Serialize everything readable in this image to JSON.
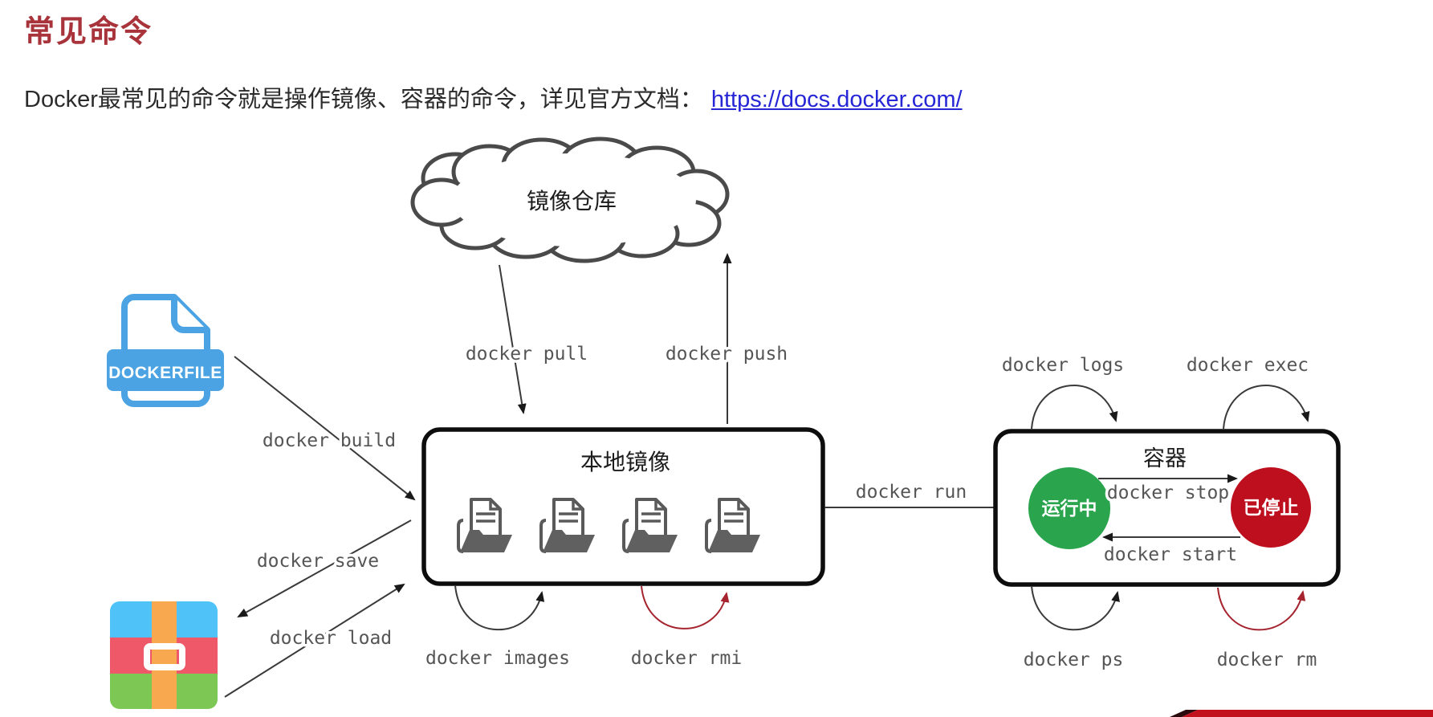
{
  "page": {
    "title": "常见命令",
    "intro_text": "Docker最常见的命令就是操作镜像、容器的命令，详见官方文档：",
    "intro_link": "https://docs.docker.com/"
  },
  "diagram": {
    "cloud_label": "镜像仓库",
    "local_images_label": "本地镜像",
    "container_label": "容器",
    "running_label": "运行中",
    "stopped_label": "已停止",
    "dockerfile_label": "DOCKERFILE",
    "commands": {
      "pull": "docker pull",
      "push": "docker push",
      "build": "docker build",
      "save": "docker save",
      "load": "docker load",
      "run": "docker run",
      "images": "docker images",
      "rmi": "docker rmi",
      "logs": "docker logs",
      "exec": "docker exec",
      "stop": "docker stop",
      "start": "docker start",
      "ps": "docker ps",
      "rm": "docker rm"
    },
    "icons": {
      "dockerfile": "dockerfile-file-icon",
      "archive": "archive-tar-icon",
      "image_file": "image-file-folder-icon",
      "cloud": "registry-cloud-shape"
    },
    "colors": {
      "heading_red": "#A8333A",
      "link_blue": "#2626D6",
      "label_gray": "#555555",
      "running_green": "#2BA44E",
      "stopped_red": "#BD0F1E",
      "danger_arc_red": "#A6242F",
      "dockerfile_blue": "#4BA3E3",
      "archive_blue": "#4FC3F7",
      "archive_red": "#EF5868",
      "archive_green": "#7DC855",
      "archive_orange": "#F8A84E",
      "bottom_banner_red": "#C2121E"
    }
  }
}
